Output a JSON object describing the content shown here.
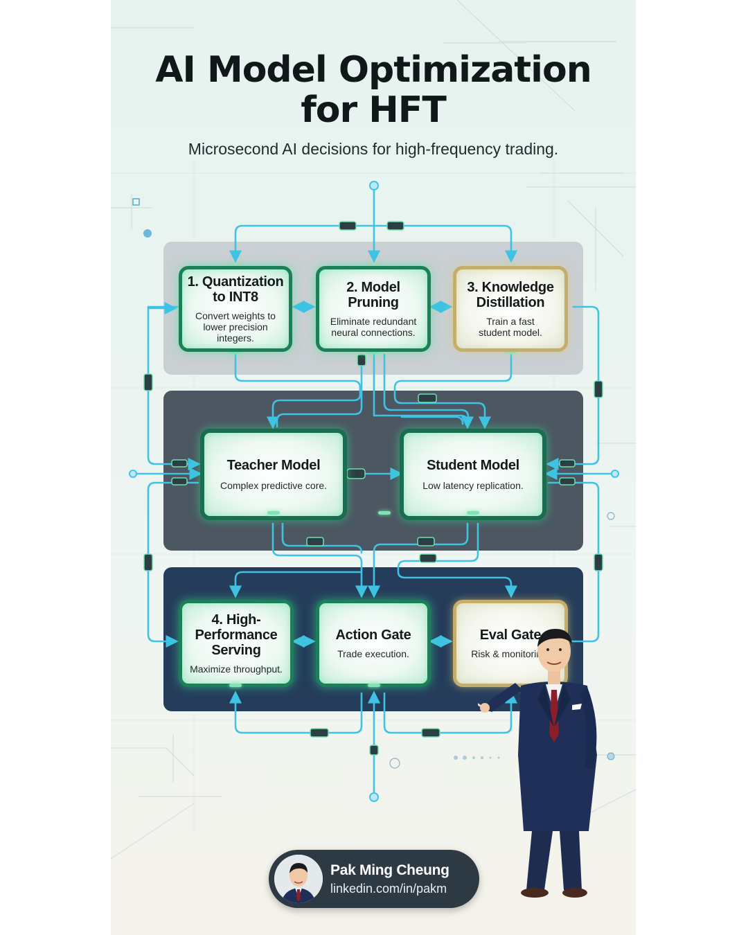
{
  "header": {
    "title_line1": "AI Model Optimization",
    "title_line2": "for HFT",
    "subtitle": "Microsecond AI decisions for high-frequency trading."
  },
  "nodes": {
    "quantization": {
      "title": "1. Quantization to INT8",
      "desc": "Convert weights to lower precision integers."
    },
    "pruning": {
      "title": "2. Model Pruning",
      "desc": "Eliminate redundant neural connections."
    },
    "distillation": {
      "title": "3. Knowledge Distillation",
      "desc": "Train a fast student model."
    },
    "teacher": {
      "title": "Teacher Model",
      "desc": "Complex predictive core."
    },
    "student": {
      "title": "Student Model",
      "desc": "Low latency replication."
    },
    "serving": {
      "title": "4. High-Performance Serving",
      "desc": "Maximize throughput."
    },
    "action_gate": {
      "title": "Action Gate",
      "desc": "Trade execution."
    },
    "eval_gate": {
      "title": "Eval Gate",
      "desc": "Risk & monitoring."
    }
  },
  "author": {
    "name": "Pak Ming Cheung",
    "url": "linkedin.com/in/pakm"
  },
  "colors": {
    "connector": "#41c6e6",
    "connector_dark": "#1f9fc0",
    "node_border": "#1b7f58",
    "node_glow": "#7fe3b6",
    "gold_border": "#c5ad6a",
    "panel_top": "#c9cfd2",
    "panel_mid": "#4c5762",
    "panel_bottom": "#253d5b"
  }
}
